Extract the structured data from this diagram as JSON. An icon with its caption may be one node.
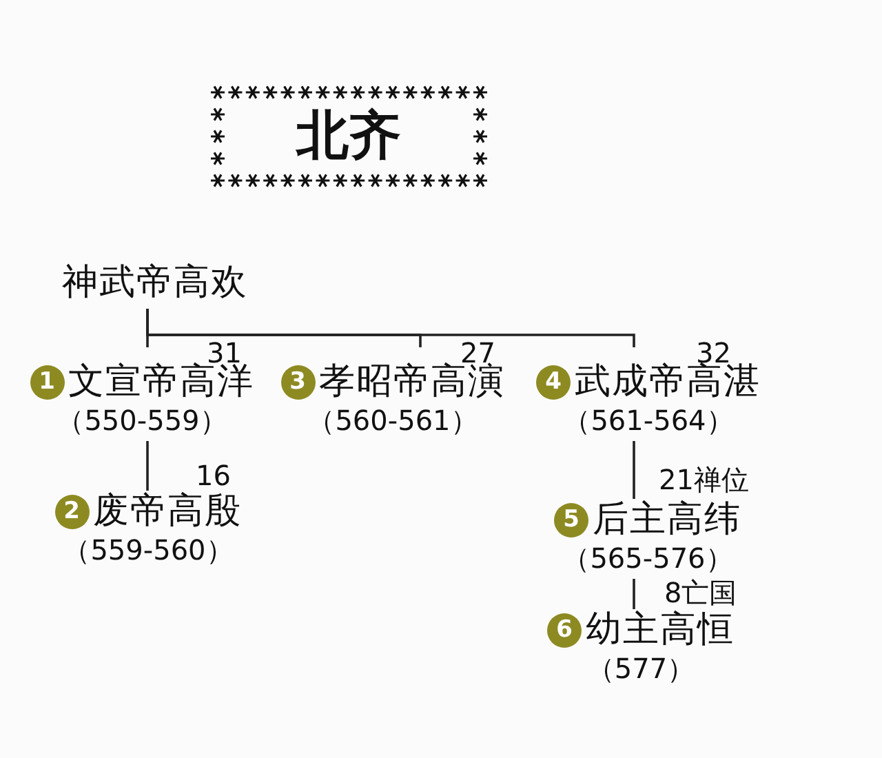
{
  "diagram": {
    "title": "北齐",
    "nodes": [
      {
        "text": [
          "神武帝高欢"
        ]
      },
      {
        "text": [
          "1",
          "文宣帝高洋",
          "（550-559）"
        ]
      },
      {
        "text": [
          "3",
          "孝昭帝高演",
          "（560-561）"
        ]
      },
      {
        "text": [
          "4",
          "武成帝高湛",
          "（561-564）"
        ]
      },
      {
        "text": [
          "2",
          "废帝高殷",
          "（559-560）"
        ],
        "beside": [
          "16"
        ]
      },
      {
        "text": [
          "5",
          "后主高纬",
          "（565-576）"
        ],
        "beside": [
          "21禅位"
        ]
      },
      {
        "text": [
          "6",
          "幼主高恒",
          "（577）"
        ],
        "beside": [
          "8亡国"
        ]
      }
    ],
    "edges": [
      {
        "from": 0,
        "to": 1,
        "arrow": "none"
      },
      {
        "from": 0,
        "to": 2,
        "arrow": "none"
      },
      {
        "from": 0,
        "to": 3,
        "arrow": "none"
      },
      {
        "from": 1,
        "to": 4,
        "arrow": "none"
      },
      {
        "from": 3,
        "to": 5,
        "arrow": "none"
      },
      {
        "from": 5,
        "to": 6,
        "arrow": "none"
      }
    ],
    "labels": [
      "31",
      "27",
      "32"
    ]
  }
}
